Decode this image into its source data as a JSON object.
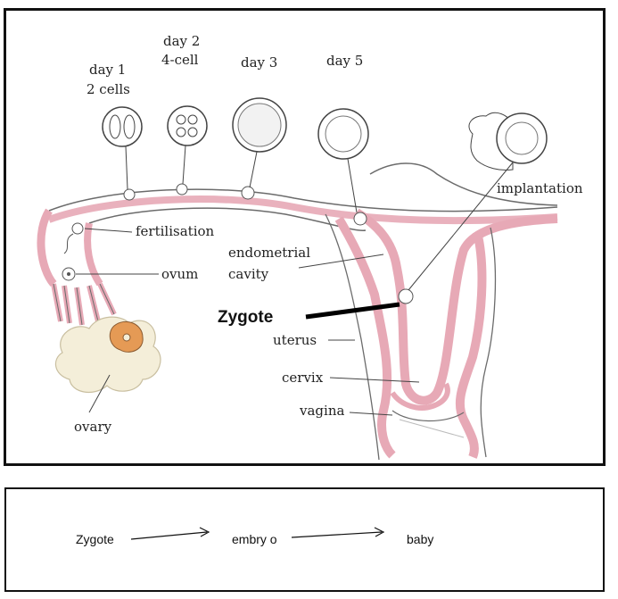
{
  "labels": {
    "day1": "day 1",
    "two_cells": "2 cells",
    "day2": "day 2",
    "four_cell": "4-cell",
    "day3": "day 3",
    "day5": "day 5",
    "implantation": "implantation",
    "fertilisation": "fertilisation",
    "ovum": "ovum",
    "endometrial": "endometrial",
    "cavity": "cavity",
    "zygote": "Zygote",
    "uterus": "uterus",
    "cervix": "cervix",
    "vagina": "vagina",
    "ovary": "ovary"
  },
  "flow": {
    "step1": "Zygote",
    "step2": "embry o",
    "step3": "baby"
  },
  "colors": {
    "tissue": "#e7a9b6",
    "outline": "#6b6b6b",
    "ovary": "#f4eed9",
    "follicle": "#e59a55"
  }
}
